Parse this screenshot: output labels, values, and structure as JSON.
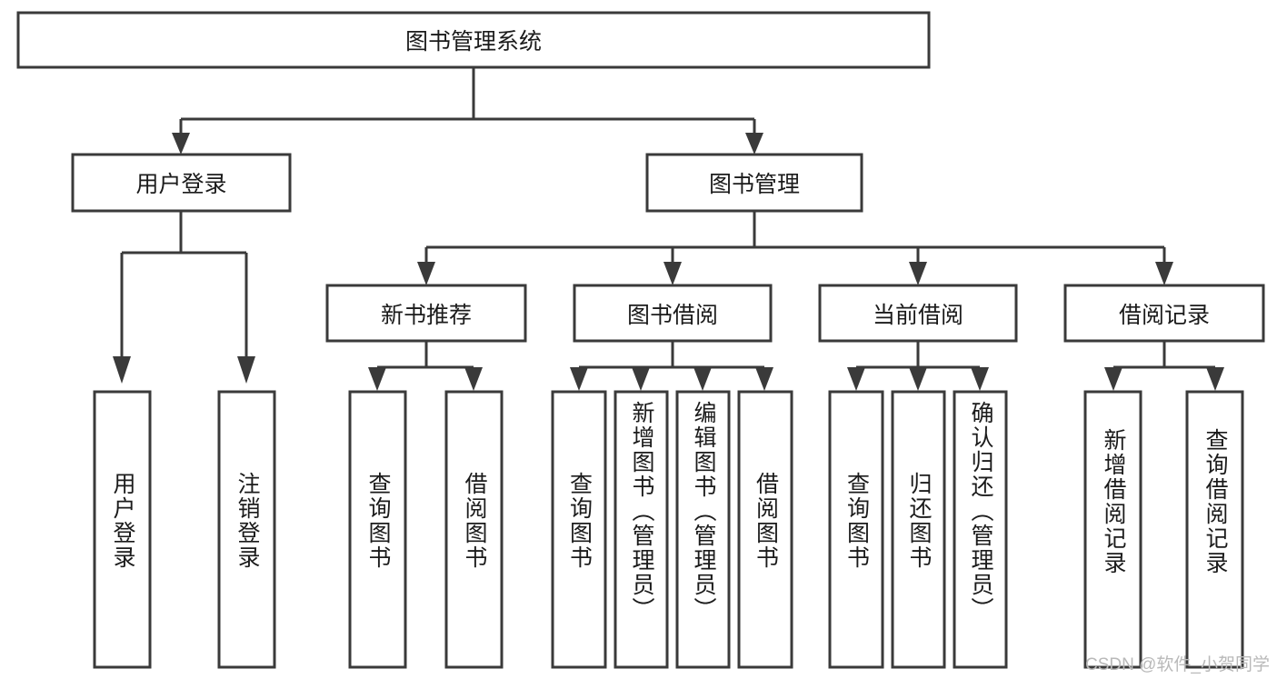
{
  "diagram": {
    "title": "图书管理系统",
    "type": "tree-hierarchy",
    "watermark": "CSDN @软件_小贺同学",
    "colors": {
      "stroke": "#3a3a3a",
      "box_fill": "#ffffff",
      "text": "#1b1b1b",
      "watermark": "#b9b9b9",
      "background": "#ffffff"
    },
    "root": {
      "label": "图书管理系统"
    },
    "level2": [
      {
        "label": "用户登录"
      },
      {
        "label": "图书管理"
      }
    ],
    "level3": [
      {
        "label": "新书推荐"
      },
      {
        "label": "图书借阅"
      },
      {
        "label": "当前借阅"
      },
      {
        "label": "借阅记录"
      }
    ],
    "leaves": {
      "user_login": [
        {
          "label": "用户登录"
        },
        {
          "label": "注销登录"
        }
      ],
      "new_book_recommend": [
        {
          "label": "查询图书"
        },
        {
          "label": "借阅图书"
        }
      ],
      "book_borrow": [
        {
          "label": "查询图书"
        },
        {
          "label": "新增图书（管理员）"
        },
        {
          "label": "编辑图书（管理员）"
        },
        {
          "label": "借阅图书"
        }
      ],
      "current_borrow": [
        {
          "label": "查询图书"
        },
        {
          "label": "归还图书"
        },
        {
          "label": "确认归还（管理员）"
        }
      ],
      "borrow_record": [
        {
          "label": "新增借阅记录"
        },
        {
          "label": "查询借阅记录"
        }
      ]
    }
  }
}
